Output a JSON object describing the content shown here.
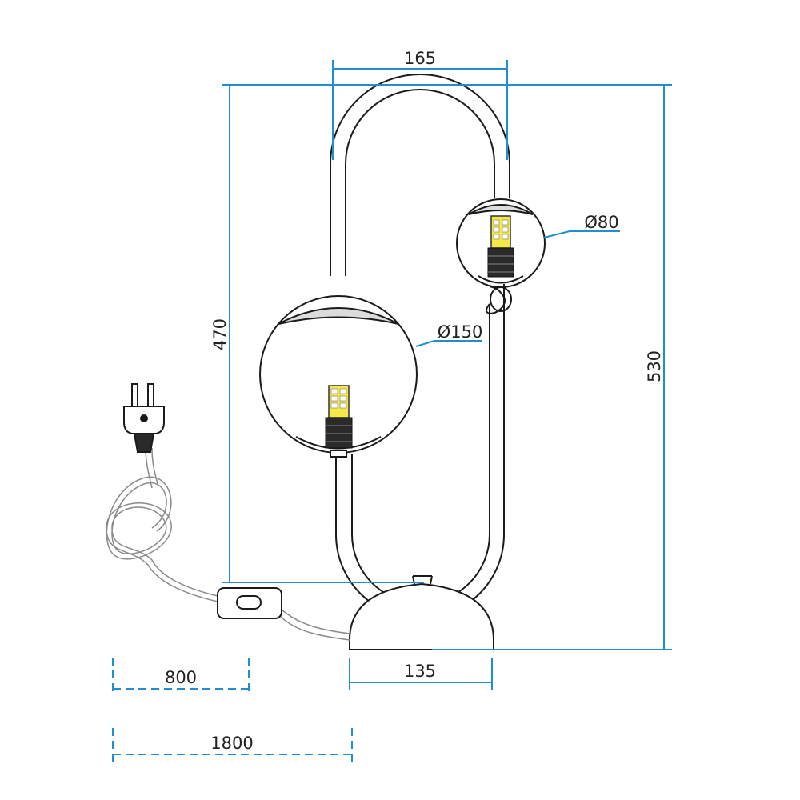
{
  "colors": {
    "dimension": "#1f8fd0",
    "outline": "#1a1a1a",
    "cable": "#8a8a8a",
    "led": "#f5e94a",
    "background": "#ffffff"
  },
  "dimensions": {
    "top_width": "165",
    "total_height": "530",
    "frame_height": "470",
    "large_globe": "Ø150",
    "small_globe": "Ø80",
    "base_width": "135",
    "cable_to_switch": "800",
    "cable_total": "1800"
  },
  "icons": {
    "plug": "plug-icon",
    "switch": "inline-switch-icon",
    "bulb": "led-bulb-icon"
  }
}
